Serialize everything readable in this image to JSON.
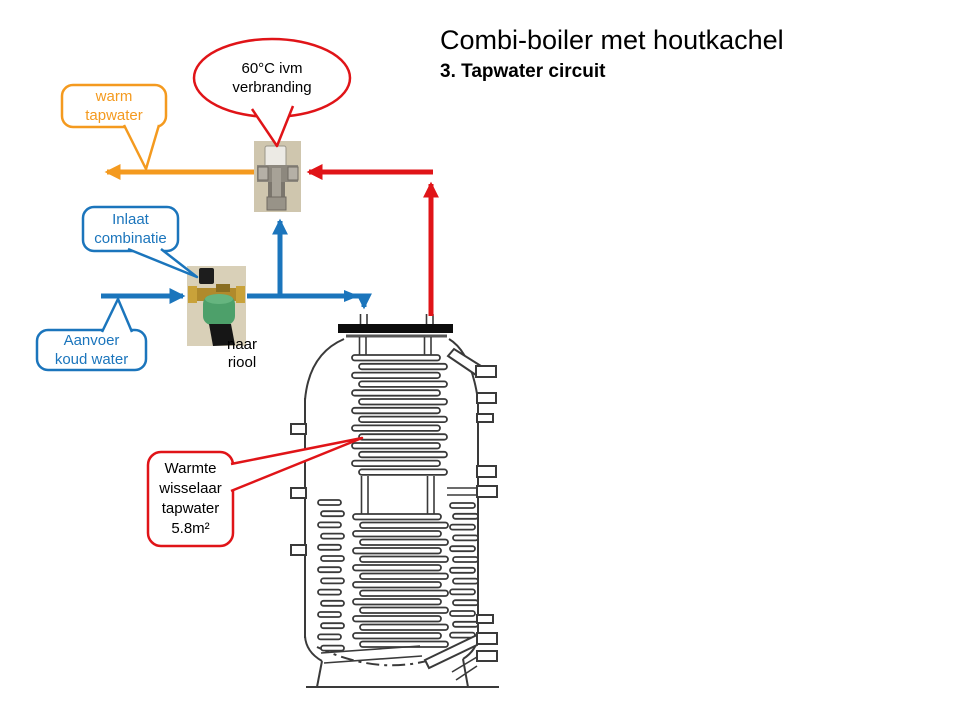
{
  "slide": {
    "title": "Combi-boiler met houtkachel",
    "subtitle": "3. Tapwater circuit",
    "background": "#ffffff"
  },
  "colors": {
    "hot_red": "#e01418",
    "cold_blue": "#1b75bc",
    "warm_orange": "#f49a1f",
    "line_black": "#3a3a3a"
  },
  "callouts": {
    "temp_note": {
      "line1": "60°C ivm",
      "line2": "verbranding"
    },
    "warm_tapwater": {
      "line1": "warm",
      "line2": "tapwater"
    },
    "inlet_combination": {
      "line1": "Inlaat",
      "line2": "combinatie"
    },
    "cold_water_supply": {
      "line1": "Aanvoer",
      "line2": "koud water"
    },
    "heat_exchanger": {
      "line1": "Warmte",
      "line2": "wisselaar",
      "line3": "tapwater",
      "line4": "5.8m²"
    }
  },
  "labels": {
    "to_sewer": {
      "line1": "naar",
      "line2": "riool"
    }
  },
  "components": {
    "mixing_valve_icon": "thermostatic-mixing-valve-photo",
    "inlet_valve_icon": "inlet-combination-valve-photo",
    "tank_icon": "buffer-tank-with-tapwater-coil"
  }
}
